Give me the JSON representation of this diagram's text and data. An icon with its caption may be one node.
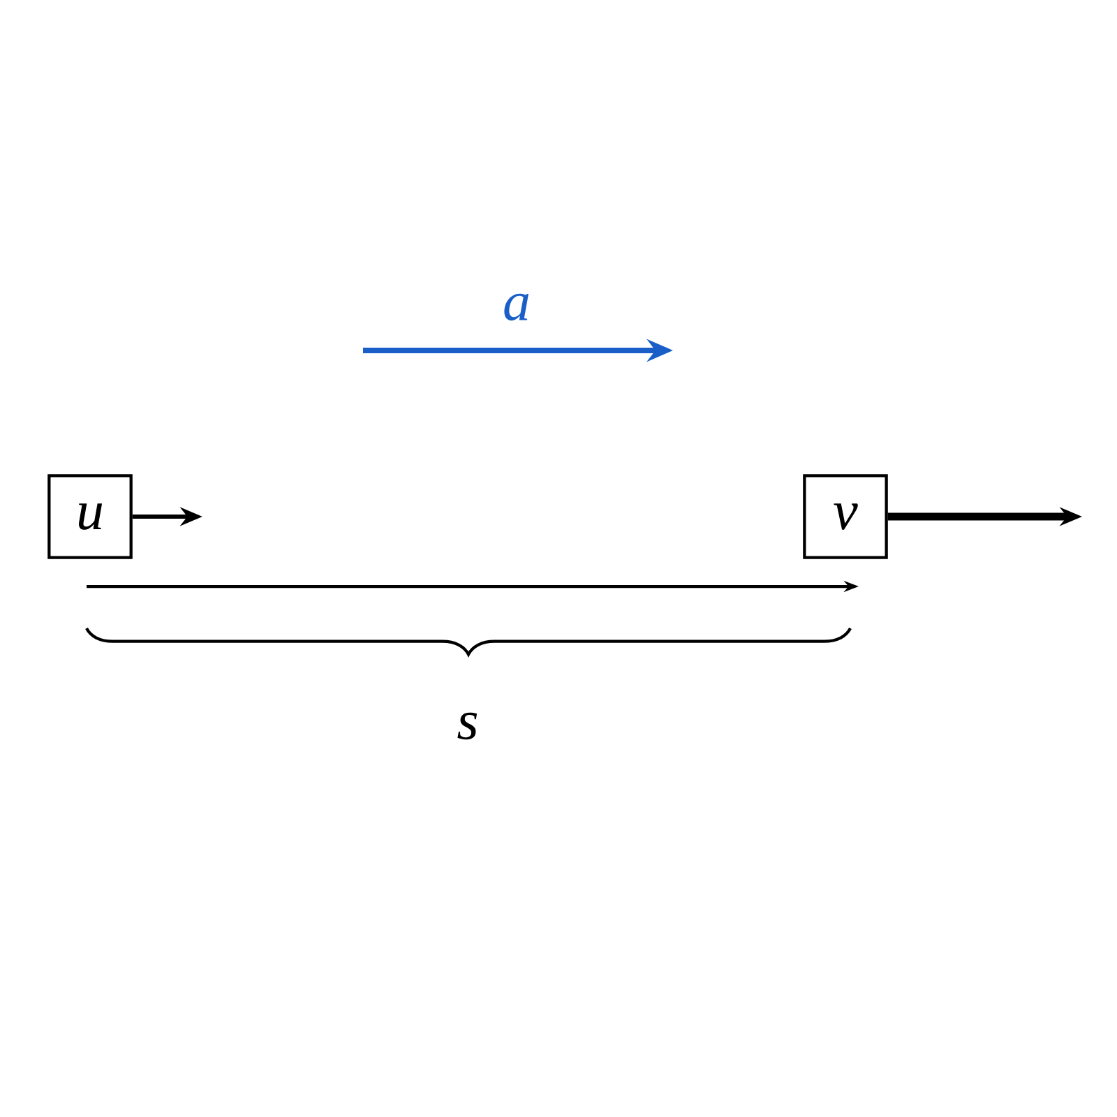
{
  "diagram": {
    "nodes": [
      {
        "text": [
          "u"
        ]
      },
      {
        "text": [
          "v"
        ]
      }
    ],
    "edges": [
      {
        "from": 0,
        "to": null,
        "arrow": "to"
      },
      {
        "from": 1,
        "to": null,
        "arrow": "to",
        "style": "thick"
      }
    ],
    "labels": [
      "a",
      "s"
    ]
  }
}
